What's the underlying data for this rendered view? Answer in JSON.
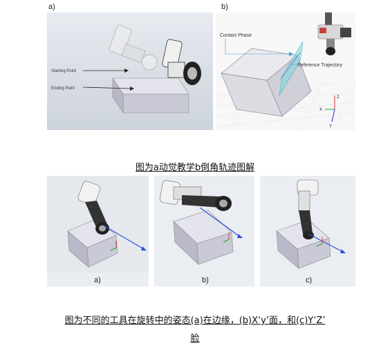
{
  "figure1": {
    "panel_a_label": "a)",
    "panel_b_label": "b)",
    "a_start_label": "Starting Point",
    "a_end_label": "Ending Point",
    "b_contact_label": "Contact Phase",
    "b_reference_label": "Reference Trajectory",
    "b_axis_z": "Z",
    "b_axis_x": "X",
    "b_axis_y": "Y",
    "caption": "图为a动觉教学b倒角轨迹图解"
  },
  "figure2": {
    "panel_labels": [
      "a)",
      "b)",
      "c)"
    ],
    "caption_line1": "图为不同的工具在旋转中的姿态(a)在边缘，(b)X‘y’面，和(c)Y‘Z’",
    "caption_line2": "脸"
  }
}
